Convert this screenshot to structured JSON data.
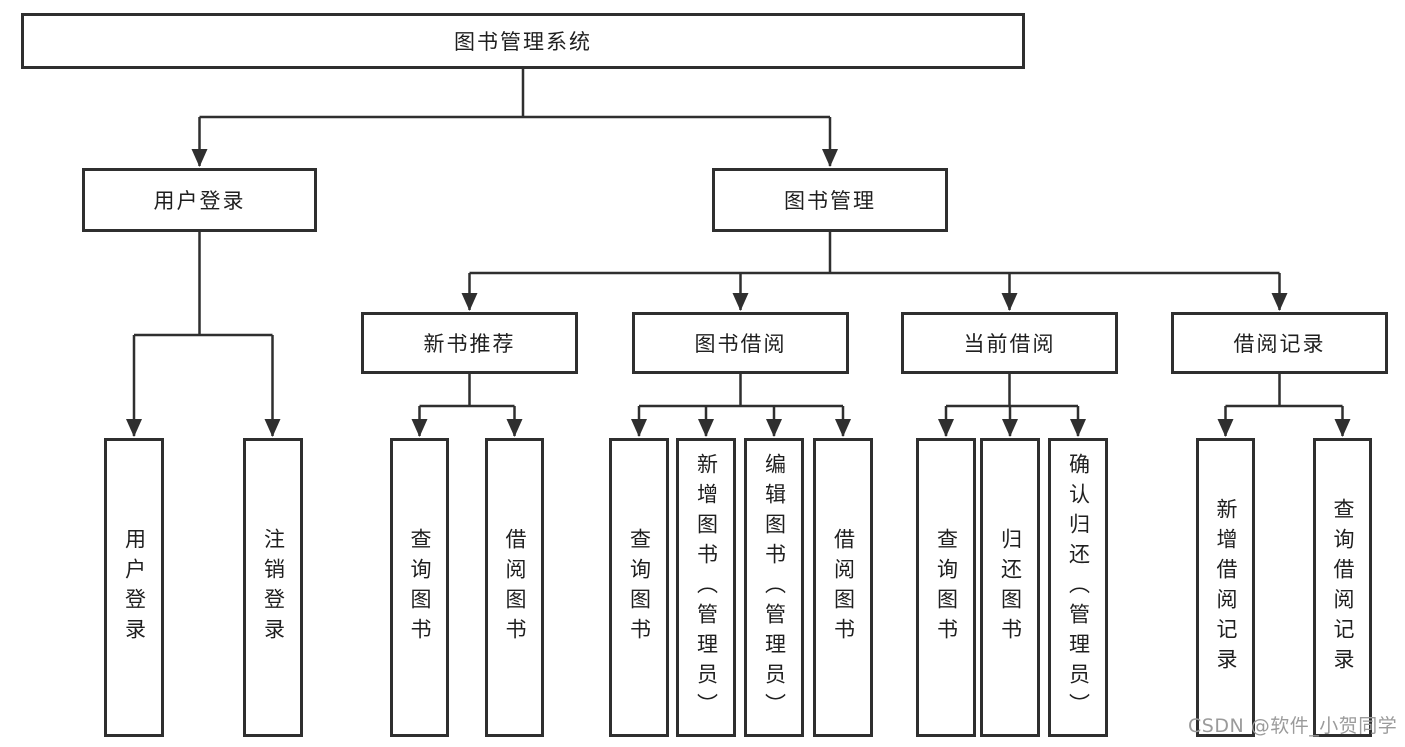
{
  "nodes": {
    "root": "图书管理系统",
    "level2": [
      "用户登录",
      "图书管理"
    ],
    "level3": [
      "新书推荐",
      "图书借阅",
      "当前借阅",
      "借阅记录"
    ],
    "leaves": [
      [
        "用户登录",
        "注销登录"
      ],
      [
        "查询图书",
        "借阅图书"
      ],
      [
        "查询图书",
        "新增图书（管理员）",
        "编辑图书（管理员）",
        "借阅图书"
      ],
      [
        "查询图书",
        "归还图书",
        "确认归还（管理员）"
      ],
      [
        "新增借阅记录",
        "查询借阅记录"
      ]
    ]
  },
  "watermark": "CSDN @软件_小贺同学",
  "colors": {
    "line": "#2f2f2f",
    "text": "#1f1f1f",
    "background": "#ffffff",
    "watermark": "#9b9b9b"
  }
}
